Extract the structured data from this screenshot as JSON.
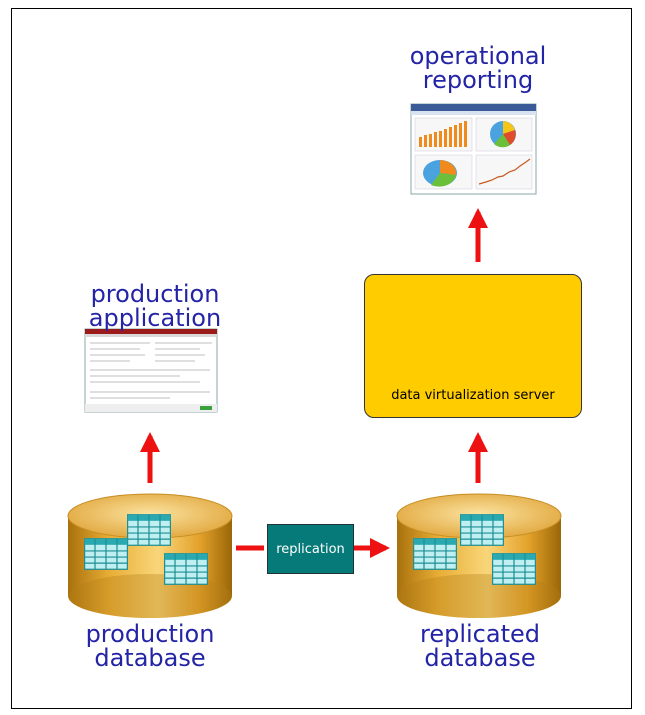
{
  "nodes": {
    "operational_reporting": {
      "line1": "operational",
      "line2": "reporting"
    },
    "production_application": {
      "line1": "production",
      "line2": "application"
    },
    "data_virtualization_server": {
      "label": "data virtualization server"
    },
    "replication": {
      "label": "replication"
    },
    "production_database": {
      "line1": "production",
      "line2": "database"
    },
    "replicated_database": {
      "line1": "replicated",
      "line2": "database"
    }
  },
  "colors": {
    "label_text": "#2424a6",
    "arrow": "#ee1111",
    "server_fill": "#ffcc00",
    "replication_fill": "#067a78",
    "table_icon": "#2aaab0",
    "database_body": "#e2a62e"
  }
}
